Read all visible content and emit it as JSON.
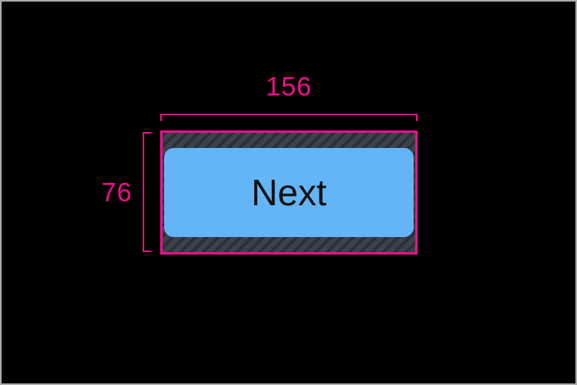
{
  "annotation": {
    "width_label": "156",
    "height_label": "76"
  },
  "button": {
    "label": "Next"
  },
  "colors": {
    "annotation_pink": "#F20D8C",
    "button_blue": "#64B5F6",
    "button_text": "#0E1013",
    "hatch_bg": "#3C424C",
    "hatch_stripe": "#2A2F38",
    "canvas_bg": "#000000",
    "frame_border": "#ABABAB"
  }
}
